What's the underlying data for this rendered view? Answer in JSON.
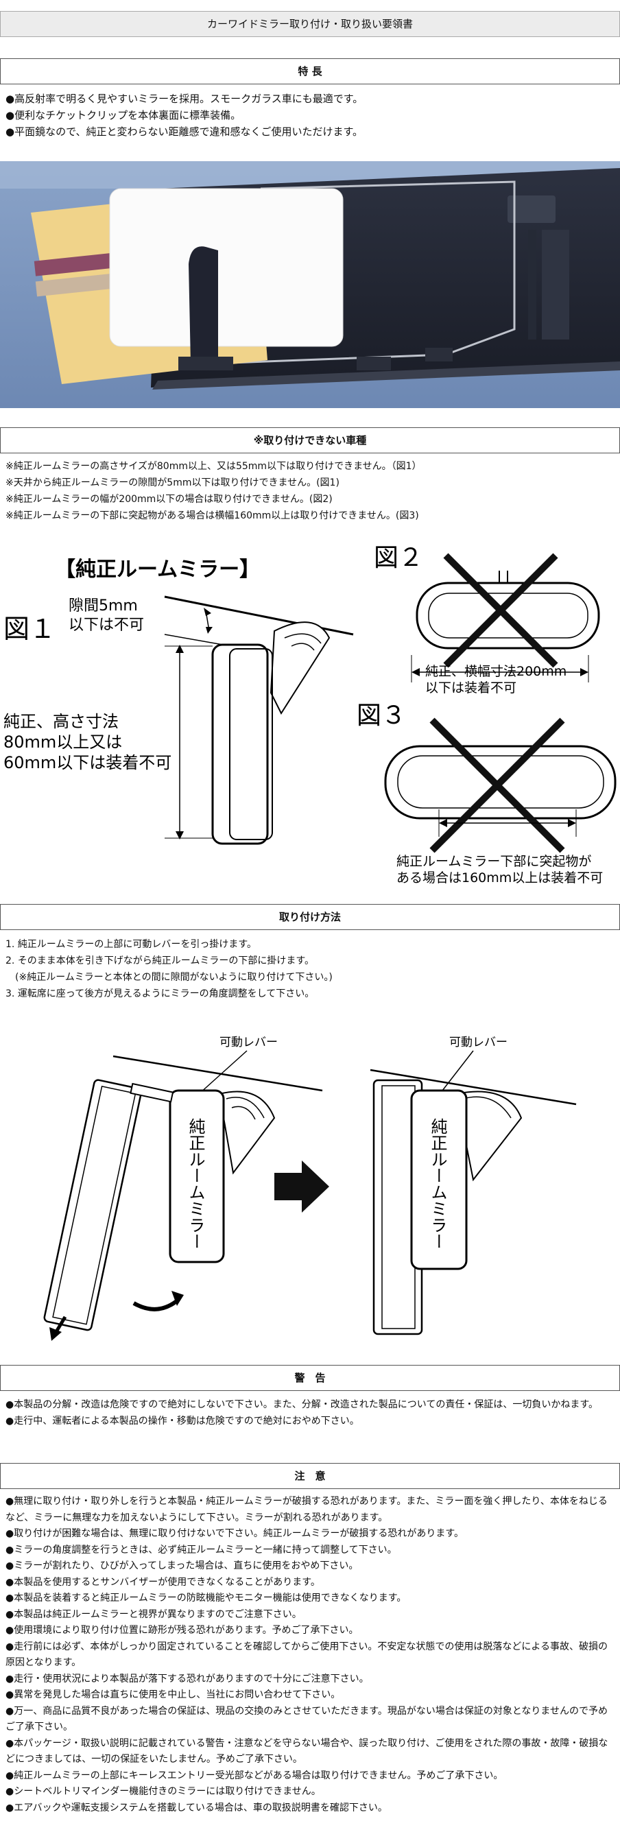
{
  "header": {
    "title": "カーワイドミラー取り付け・取り扱い要領書"
  },
  "features": {
    "heading": "特 長",
    "items": [
      "●高反射率で明るく見やすいミラーを採用。スモークガラス車にも最適です。",
      "●便利なチケットクリップを本体裏面に標準装備。",
      "●平面鏡なので、純正と変わらない距離感で違和感なくご使用いただけます。"
    ]
  },
  "incompatible": {
    "heading": "※取り付けできない車種",
    "items": [
      "※純正ルームミラーの高さサイズが80mm以上、又は55mm以下は取り付けできません。（図1）",
      "※天井から純正ルームミラーの隙間が5mm以下は取り付けできません。(図1)",
      "※純正ルームミラーの幅が200mm以下の場合は取り付けできません。(図2)",
      "※純正ルームミラーの下部に突起物がある場合は横幅160mm以上は取り付けできません。(図3)"
    ]
  },
  "figures": {
    "mirror_title": "【純正ルームミラー】",
    "fig1": "図１",
    "fig2": "図２",
    "fig3": "図３",
    "gap_line1": "隙間5mm",
    "gap_line2": "以下は不可",
    "height_line1": "純正、高さ寸法",
    "height_line2": "80mm以上又は",
    "height_line3": "60mm以下は装着不可",
    "width_line1": "純正、横幅寸法200mm",
    "width_line2": "以下は装着不可",
    "protrusion_line1": "純正ルームミラー下部に突起物が",
    "protrusion_line2": "ある場合は160mm以上は装着不可"
  },
  "install": {
    "heading": "取り付け方法",
    "items": [
      "1. 純正ルームミラーの上部に可動レバーを引っ掛けます。",
      "2. そのまま本体を引き下げながら純正ルームミラーの下部に掛けます。",
      "　(※純正ルームミラーと本体との間に隙間がないように取り付けて下さい。)",
      "3. 運転席に座って後方が見えるようにミラーの角度調整をして下さい。"
    ],
    "lever_label": "可動レバー",
    "mirror_vertical": "純正ルームミラー"
  },
  "warning": {
    "heading": "警　告",
    "items": [
      "●本製品の分解・改造は危険ですので絶対にしないで下さい。また、分解・改造された製品についての責任・保証は、一切負いかねます。",
      "●走行中、運転者による本製品の操作・移動は危険ですので絶対におやめ下さい。"
    ]
  },
  "caution": {
    "heading": "注　意",
    "items": [
      "●無理に取り付け・取り外しを行うと本製品・純正ルームミラーが破損する恐れがあります。また、ミラー面を強く押したり、本体をねじるなど、ミラーに無理な力を加えないようにして下さい。ミラーが割れる恐れがあります。",
      "●取り付けが困難な場合は、無理に取り付けないで下さい。純正ルームミラーが破損する恐れがあります。",
      "●ミラーの角度調整を行うときは、必ず純正ルームミラーと一緒に持って調整して下さい。",
      "●ミラーが割れたり、ひびが入ってしまった場合は、直ちに使用をおやめ下さい。",
      "●本製品を使用するとサンバイザーが使用できなくなることがあります。",
      "●本製品を装着すると純正ルームミラーの防眩機能やモニター機能は使用できなくなります。",
      "●本製品は純正ルームミラーと視界が異なりますのでご注意下さい。",
      "●使用環境により取り付け位置に跡形が残る恐れがあります。予めご了承下さい。",
      "●走行前には必ず、本体がしっかり固定されていることを確認してからご使用下さい。不安定な状態での使用は脱落などによる事故、破損の原因となります。",
      "●走行・使用状況により本製品が落下する恐れがありますので十分にご注意下さい。",
      "●異常を発見した場合は直ちに使用を中止し、当社にお問い合わせて下さい。",
      "●万一、商品に品質不良があった場合の保証は、現品の交換のみとさせていただきます。現品がない場合は保証の対象となりませんので予めご了承下さい。",
      "●本パッケージ・取扱い説明に記載されている警告・注意などを守らない場合や、誤った取り付け、ご使用をされた際の事故・故障・破損などにつきましては、一切の保証をいたしません。予めご了承下さい。",
      "●純正ルームミラーの上部にキーレスエントリー受光部などがある場合は取り付けできません。予めご了承下さい。",
      "●シートベルトリマインダー機能付きのミラーには取り付けできません。",
      "●エアバックや運転支援システムを搭載している場合は、車の取扱説明書を確認下さい。"
    ]
  }
}
